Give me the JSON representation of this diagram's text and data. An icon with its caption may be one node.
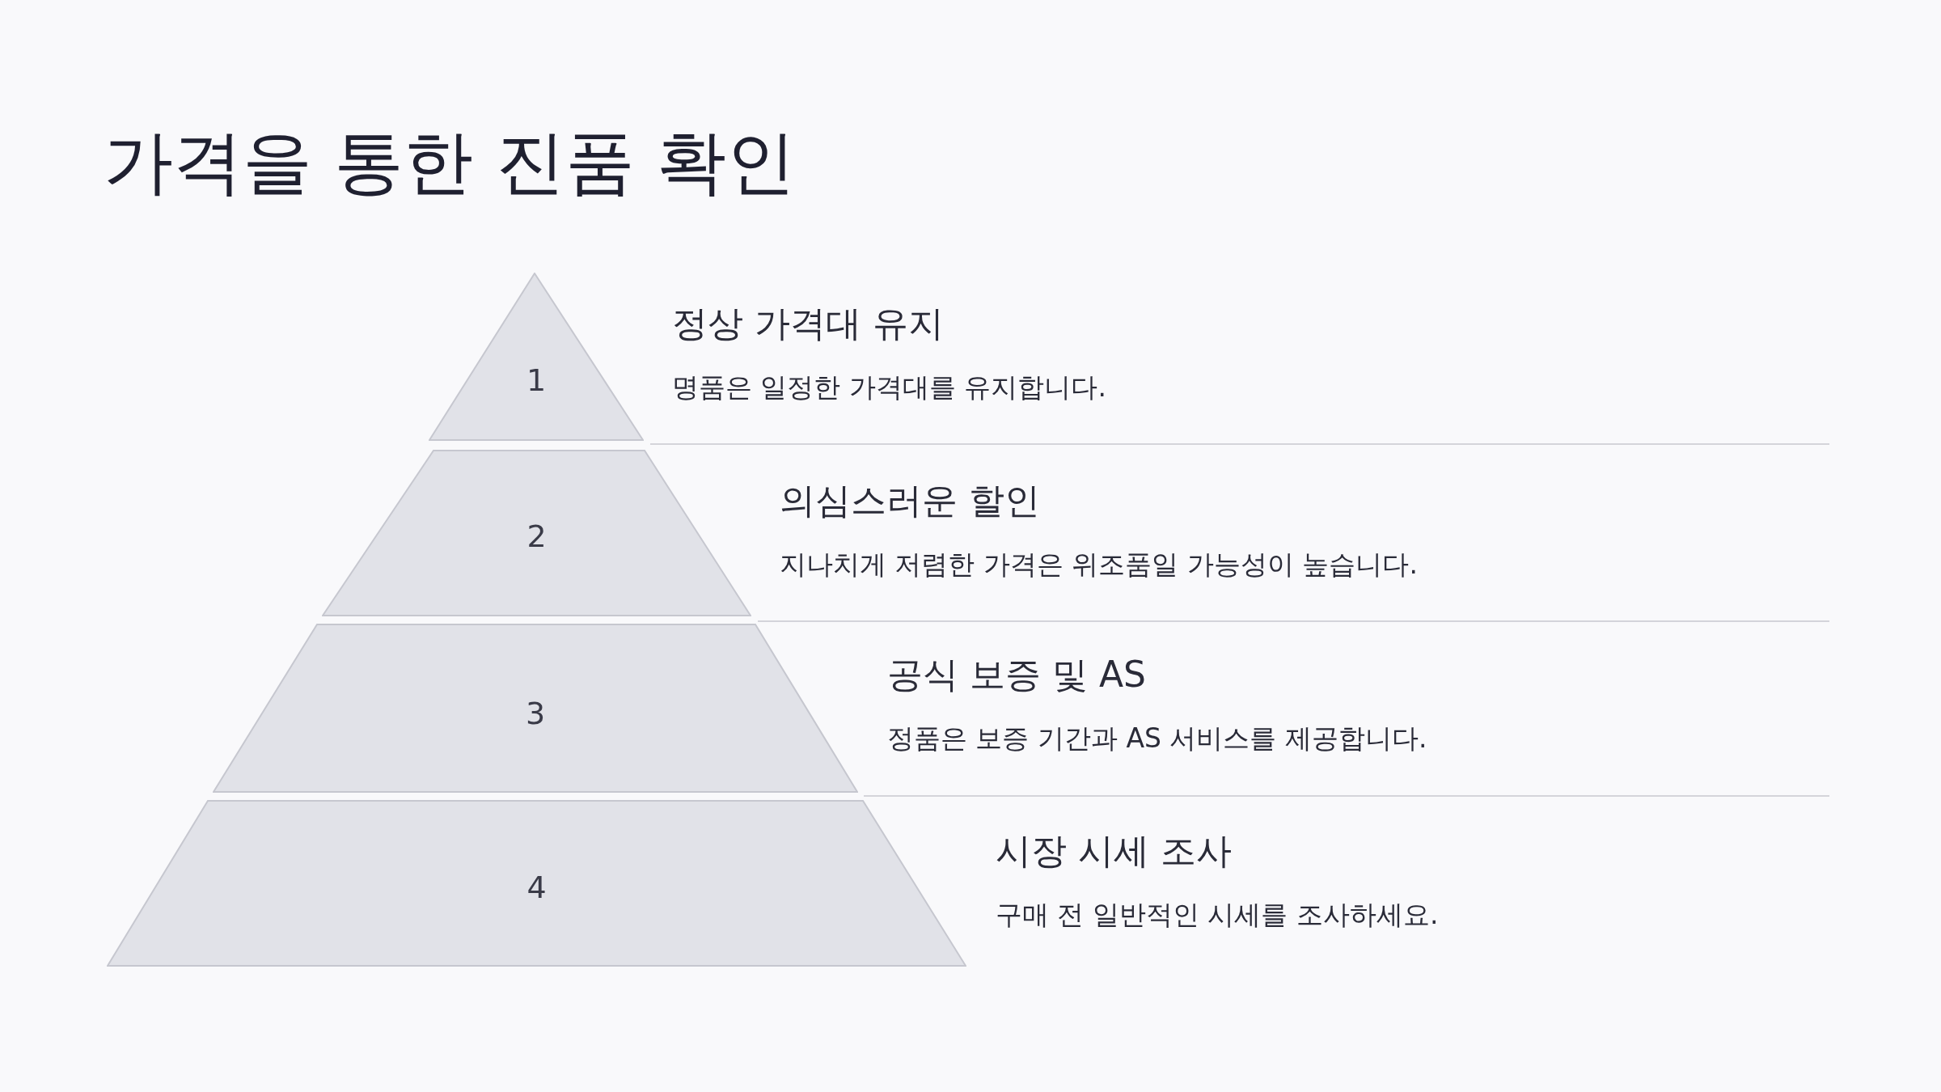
{
  "diagram": {
    "title": "가격을 통한 진품 확인",
    "nodes": [
      {
        "text": [
          "1"
        ],
        "beside": [
          "정상 가격대 유지",
          "명품은 일정한 가격대를 유지합니다."
        ]
      },
      {
        "text": [
          "2"
        ],
        "beside": [
          "의심스러운 할인",
          "지나치게 저렴한 가격은 위조품일 가능성이 높습니다."
        ]
      },
      {
        "text": [
          "3"
        ],
        "beside": [
          "공식 보증 및 AS",
          "정품은 보증 기간과 AS 서비스를 제공합니다."
        ]
      },
      {
        "text": [
          "4"
        ],
        "beside": [
          "시장 시세 조사",
          "구매 전 일반적인 시세를 조사하세요."
        ]
      }
    ]
  }
}
